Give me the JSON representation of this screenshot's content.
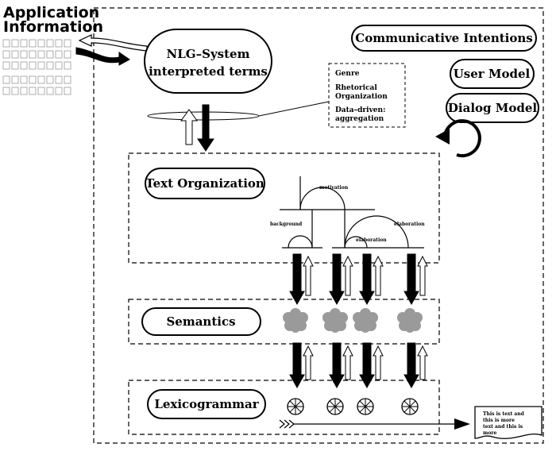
{
  "app_info": {
    "line1": "Application",
    "line2": "Information"
  },
  "nlg": {
    "line1": "NLG–System",
    "line2": "interpreted terms"
  },
  "side": {
    "communicative": "Communicative Intentions",
    "user_model": "User Model",
    "dialog_model": "Dialog Model"
  },
  "note": {
    "genre": "Genre",
    "rhet1": "Rhetorical",
    "rhet2": "Organization",
    "data1": "Data–driven:",
    "data2": "aggregation"
  },
  "text_org": {
    "label": "Text Organization",
    "motivation": "motivation",
    "background": "background",
    "elaboration_outer": "elaboration",
    "elaboration_inner": "elaboration"
  },
  "semantics": {
    "label": "Semantics"
  },
  "lexicogrammar": {
    "label": "Lexicogrammar"
  },
  "output_doc": {
    "line1": "This is text and",
    "line2": "this is more",
    "line3": "text and this is",
    "line4": "more"
  }
}
